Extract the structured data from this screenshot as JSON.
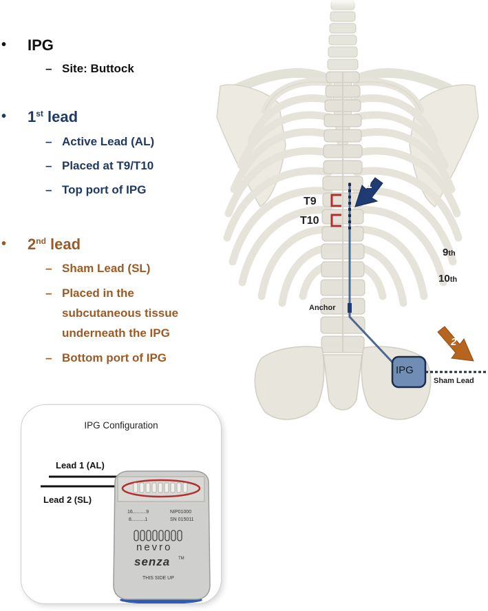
{
  "bullets": {
    "ipg": {
      "title": "IPG",
      "sub": "Site: Buttock"
    },
    "lead1": {
      "title_pre": "1",
      "title_sup": "st",
      "title_post": " lead",
      "subs": [
        "Active Lead (AL)",
        "Placed at T9/T10",
        "Top port of IPG"
      ]
    },
    "lead2": {
      "title_pre": "2",
      "title_sup": "nd",
      "title_post": " lead",
      "subs": [
        "Sham Lead (SL)",
        "Placed in the",
        "subcutaneous tissue",
        "underneath the IPG",
        "Bottom port of IPG"
      ]
    }
  },
  "symbols": {
    "bullet": "•",
    "dash": "–"
  },
  "diagram": {
    "vertebra_labels": [
      "T9",
      "T10"
    ],
    "rib_labels": [
      {
        "num": "9",
        "suffix": "th"
      },
      {
        "num": "10",
        "suffix": "th"
      }
    ],
    "anchor_label": "Anchor",
    "ipg_label": "IPG",
    "sham_label": "Sham Lead",
    "arrow1_label": "1",
    "arrow2_label": "2"
  },
  "config": {
    "title": "IPG Configuration",
    "lead1": "Lead 1 (AL)",
    "lead2": "Lead 2 (SL)",
    "device": {
      "row1": "16..........9",
      "row1b": "NIP01000",
      "row2": "8..........1",
      "row2b": "SN 015011",
      "brand": "nevro",
      "model": "senza",
      "tm": "TM",
      "side": "THIS SIDE UP"
    }
  },
  "colors": {
    "navy": "#1f3864",
    "brown": "#9c5a25",
    "lead_red": "#b03030",
    "lead_blue": "#4a6890",
    "ipg_fill": "#6f8db5",
    "arrow1": "#1f3b73",
    "arrow2": "#b5651d"
  }
}
